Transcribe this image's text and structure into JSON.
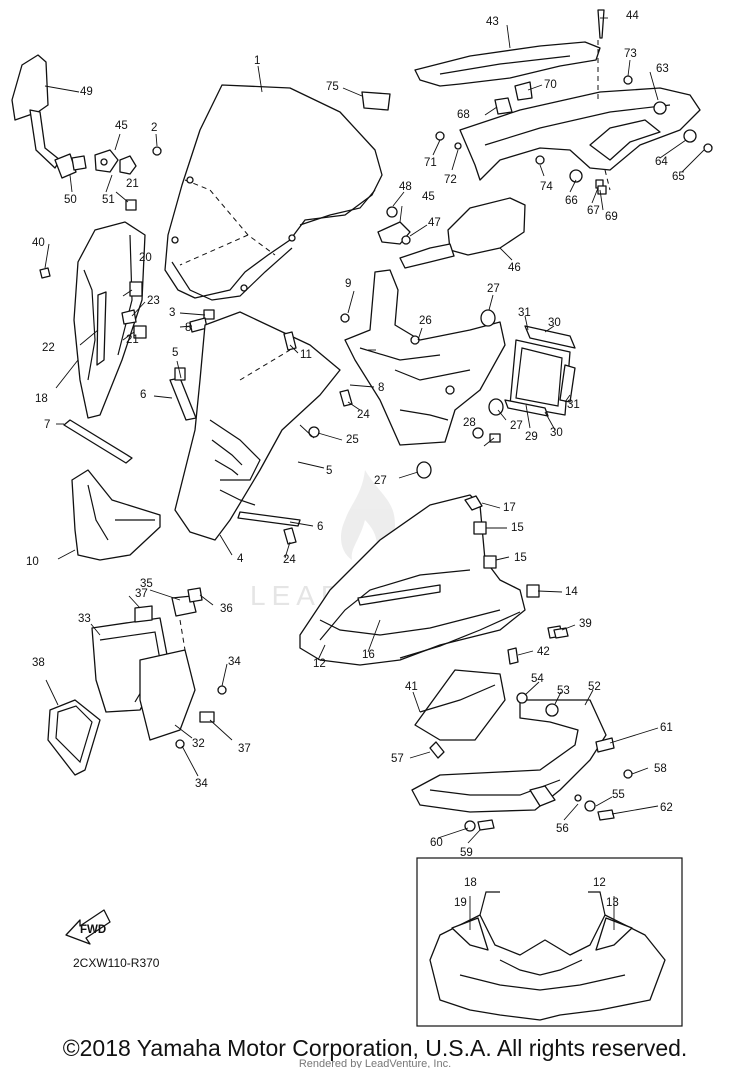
{
  "diagram": {
    "code": "2CXW110-R370",
    "fwd_label": "FWD",
    "watermark": "LEADVENTURE",
    "copyright": "©2018 Yamaha Motor Corporation, U.S.A. All rights reserved.",
    "rendered_by": "Rendered by LeadVenture, Inc.",
    "callouts": [
      "1",
      "2",
      "3",
      "4",
      "5",
      "5",
      "6",
      "6",
      "7",
      "8",
      "8",
      "9",
      "10",
      "11",
      "12",
      "12",
      "13",
      "14",
      "15",
      "15",
      "16",
      "17",
      "18",
      "18",
      "19",
      "20",
      "21",
      "21",
      "22",
      "23",
      "24",
      "24",
      "25",
      "26",
      "27",
      "27",
      "27",
      "28",
      "29",
      "30",
      "30",
      "31",
      "31",
      "32",
      "33",
      "34",
      "34",
      "35",
      "36",
      "37",
      "37",
      "38",
      "39",
      "40",
      "41",
      "42",
      "43",
      "44",
      "45",
      "45",
      "46",
      "47",
      "48",
      "49",
      "50",
      "51",
      "52",
      "53",
      "54",
      "55",
      "56",
      "57",
      "58",
      "59",
      "60",
      "61",
      "62",
      "63",
      "64",
      "65",
      "66",
      "67",
      "68",
      "69",
      "70",
      "71",
      "72",
      "73",
      "74",
      "75"
    ]
  }
}
